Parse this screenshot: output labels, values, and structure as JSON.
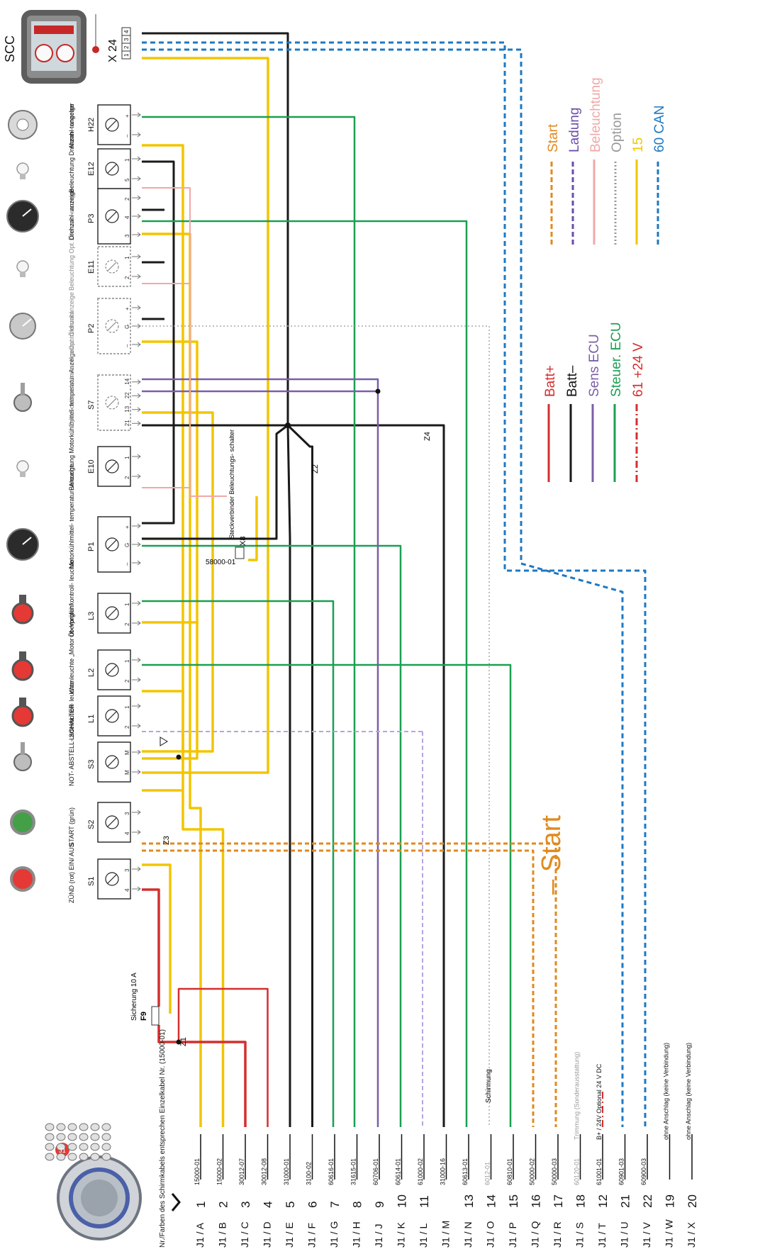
{
  "header": {
    "scc_label": "SCC",
    "x24_label": "X 24",
    "x24_pins": [
      "1",
      "2",
      "3",
      "4"
    ],
    "wire_note": "Nr./Farben des Schirmkabels entsprechen Einzelkabel Nr. (15000-01)"
  },
  "components": [
    {
      "id": "S1",
      "name": "ZÜND (rot) EIN/ AUS",
      "icon": "red-push-button-icon",
      "pins": [
        "3",
        "4"
      ],
      "solid": true
    },
    {
      "id": "S2",
      "name": "START (grün)",
      "icon": "green-push-button-icon",
      "pins": [
        "3",
        "4"
      ],
      "solid": true
    },
    {
      "id": "S3",
      "name": "NOT- ABSTELL- SCHALTER",
      "icon": "key-switch-icon",
      "pins": [
        "M",
        "M"
      ],
      "solid": true
    },
    {
      "id": "L1",
      "name": "Ladekontroll- leuchte",
      "icon": "indicator-lamp-icon",
      "pins": [
        "1",
        "2"
      ],
      "solid": true
    },
    {
      "id": "L2",
      "name": "Warnleuchte „Motor überprüfen“",
      "icon": "indicator-lamp-icon",
      "pins": [
        "1",
        "2"
      ],
      "solid": true
    },
    {
      "id": "L3",
      "name": "Öl- Vorglühkontroll- leuchte",
      "icon": "indicator-lamp-icon",
      "pins": [
        "1",
        "2"
      ],
      "solid": true
    },
    {
      "id": "P1",
      "name": "Motorkühlmittel- temperatur- Anzeige",
      "icon": "gauge-icon",
      "pins": [
        "+",
        "G",
        "–"
      ],
      "solid": true
    },
    {
      "id": "E10",
      "name": "Beleuchtung Motorkühlmittel- temperatur-Anzeige",
      "icon": "bulb-icon",
      "pins": [
        "1",
        "2"
      ],
      "solid": true
    },
    {
      "id": "S7",
      "name": "Opt. Schlüsselschalter Konstantdrehzahl",
      "icon": "key-switch-icon",
      "pins": [
        "14",
        "22",
        "13",
        "21"
      ],
      "solid": false
    },
    {
      "id": "P2",
      "name": "Opt. Öldruckanzeige",
      "icon": "gauge-icon",
      "pins": [
        "+",
        "G",
        "–"
      ],
      "solid": false
    },
    {
      "id": "E11",
      "name": "Beleuchtung Opt. Öldruck- anzeige",
      "icon": "bulb-icon",
      "pins": [
        "1",
        "2"
      ],
      "solid": false
    },
    {
      "id": "P3",
      "name": "Drehzahl- anzeige",
      "icon": "gauge-icon",
      "pins": [
        "2",
        "4",
        "3"
      ],
      "solid": true
    },
    {
      "id": "E12",
      "name": "Beleuchtung Drehzahl- anzeige",
      "icon": "bulb-icon",
      "pins": [
        "1",
        "5"
      ],
      "solid": true
    },
    {
      "id": "H22",
      "name": "Alarm- tongeber",
      "icon": "buzzer-icon",
      "pins": [
        "+",
        "–"
      ],
      "solid": true
    }
  ],
  "labels": {
    "fuse_id": "F9",
    "fuse_text": "Sicherung 10 A",
    "start_big": "– Start",
    "x8": "X8",
    "x8_part": "58000-01",
    "x8_desc": "Steckverbinder Beleuchtungs- schalter",
    "splices": [
      "Z1",
      "Z2",
      "Z3",
      "Z4"
    ],
    "schirmung": "Schirmung"
  },
  "rows": [
    {
      "conn": "J1 / A",
      "pin": "1",
      "cable": "15000-01",
      "note": ""
    },
    {
      "conn": "J1 / B",
      "pin": "2",
      "cable": "15000-02",
      "note": ""
    },
    {
      "conn": "J1 / C",
      "pin": "3",
      "cable": "30012-07",
      "note": ""
    },
    {
      "conn": "J1 / D",
      "pin": "4",
      "cable": "30012-08",
      "note": ""
    },
    {
      "conn": "J1 / E",
      "pin": "5",
      "cable": "31000-01",
      "note": ""
    },
    {
      "conn": "J1 / F",
      "pin": "6",
      "cable": "3100-02",
      "note": ""
    },
    {
      "conn": "J1 / G",
      "pin": "7",
      "cable": "60616-01",
      "note": ""
    },
    {
      "conn": "J1 / H",
      "pin": "8",
      "cable": "31615-01",
      "note": ""
    },
    {
      "conn": "J1 / J",
      "pin": "9",
      "cable": "60706-01",
      "note": ""
    },
    {
      "conn": "J1 / K",
      "pin": "10",
      "cable": "60614-01",
      "note": ""
    },
    {
      "conn": "J1 / L",
      "pin": "11",
      "cable": "61000-02",
      "note": ""
    },
    {
      "conn": "J1 / M",
      "pin": "",
      "cable": "31000-16",
      "note": ""
    },
    {
      "conn": "J1 / N",
      "pin": "13",
      "cable": "60613-01",
      "note": ""
    },
    {
      "conn": "J1 / O",
      "pin": "14",
      "cable": "6012-01",
      "note": ""
    },
    {
      "conn": "J1 / P",
      "pin": "15",
      "cable": "60810-01",
      "note": ""
    },
    {
      "conn": "J1 / Q",
      "pin": "16",
      "cable": "50000-02",
      "note": ""
    },
    {
      "conn": "J1 / R",
      "pin": "17",
      "cable": "50000-03",
      "note": ""
    },
    {
      "conn": "J1 / S",
      "pin": "18",
      "cable": "60120-01",
      "note": "Trimmung (Sonderausstattung)"
    },
    {
      "conn": "J1 / T",
      "pin": "12",
      "cable": "61001-01",
      "note": "B+ / 24V   Optional 24 V DC"
    },
    {
      "conn": "J1 / U",
      "pin": "21",
      "cable": "60901-03",
      "note": ""
    },
    {
      "conn": "J1 / V",
      "pin": "22",
      "cable": "60900-03",
      "note": ""
    },
    {
      "conn": "J1 / W",
      "pin": "19",
      "cable": "",
      "note": "ohne Anschlag (keine Verbindung)"
    },
    {
      "conn": "J1 / X",
      "pin": "20",
      "cable": "",
      "note": "ohne Anschlag (keine Verbindung)"
    }
  ],
  "legend_left": [
    {
      "label": "Batt+",
      "color": "#d32f2f",
      "style": "solid"
    },
    {
      "label": "Batt–",
      "color": "#1a1a1a",
      "style": "solid"
    },
    {
      "label": "Sens ECU",
      "color": "#7b5ea7",
      "style": "solid"
    },
    {
      "label": "Steuer. ECU",
      "color": "#1aa052",
      "style": "solid"
    },
    {
      "label": "61 +24 V",
      "color": "#d32f2f",
      "style": "dashdot"
    }
  ],
  "legend_right": [
    {
      "label": "Start",
      "color": "#e08a1e",
      "style": "dashed"
    },
    {
      "label": "Ladung",
      "color": "#6a4ea8",
      "style": "dashed"
    },
    {
      "label": "Beleuchtung",
      "color": "#f0a8a8",
      "style": "solid"
    },
    {
      "label": "Option",
      "color": "#999999",
      "style": "dotted"
    },
    {
      "label": "15",
      "color": "#f2c500",
      "style": "solid"
    },
    {
      "label": "60 CAN",
      "color": "#1e78c2",
      "style": "dashed"
    }
  ],
  "colors": {
    "batt_plus": "#d32f2f",
    "batt_minus": "#1a1a1a",
    "sens": "#7b5ea7",
    "steuer": "#1aa052",
    "start": "#e08a1e",
    "ladung": "#b9a3e0",
    "beleuchtung": "#f0a8a8",
    "option": "#aaaaaa",
    "yellow": "#f2c500",
    "can": "#1e78c2"
  }
}
